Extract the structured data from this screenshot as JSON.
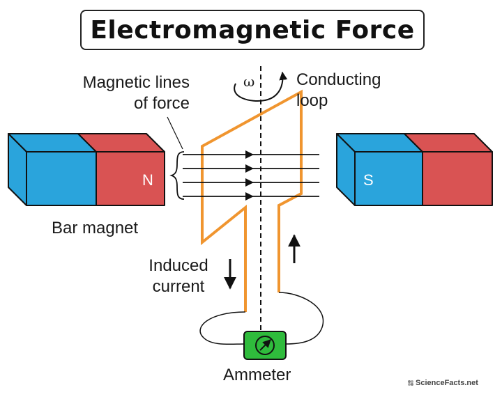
{
  "title": "Electromagnetic Force",
  "labels": {
    "magnetic_lines_line1": "Magnetic lines",
    "magnetic_lines_line2": "of force",
    "omega": "ω",
    "conducting_line1": "Conducting",
    "conducting_line2": "loop",
    "bar_magnet": "Bar magnet",
    "induced_line1": "Induced",
    "induced_line2": "current",
    "ammeter": "Ammeter",
    "north": "N",
    "south": "S"
  },
  "logo": {
    "text": "ScienceFacts.net"
  },
  "colors": {
    "magnet_blue": "#2aa4dc",
    "magnet_red": "#d95353",
    "loop_orange": "#f0952f",
    "ammeter_green": "#2fbb3c",
    "line_black": "#111111"
  }
}
